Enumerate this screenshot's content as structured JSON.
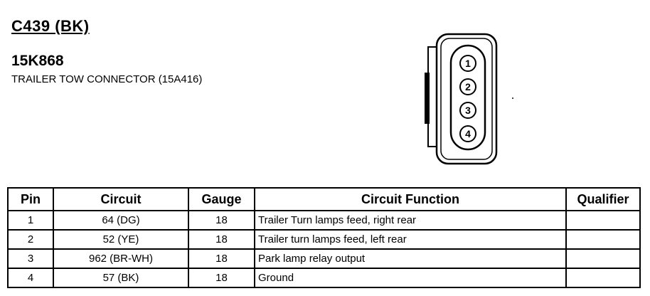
{
  "header": {
    "connector_id": "C439 (BK)",
    "part_number": "15K868",
    "description": "TRAILER TOW CONNECTOR (15A416)"
  },
  "connector": {
    "pins": [
      "1",
      "2",
      "3",
      "4"
    ]
  },
  "table": {
    "columns": [
      "Pin",
      "Circuit",
      "Gauge",
      "Circuit Function",
      "Qualifier"
    ],
    "rows": [
      {
        "pin": "1",
        "circuit": "64 (DG)",
        "gauge": "18",
        "function": "Trailer Turn lamps feed, right rear",
        "qualifier": ""
      },
      {
        "pin": "2",
        "circuit": "52 (YE)",
        "gauge": "18",
        "function": "Trailer turn lamps feed, left rear",
        "qualifier": ""
      },
      {
        "pin": "3",
        "circuit": "962 (BR-WH)",
        "gauge": "18",
        "function": "Park lamp relay output",
        "qualifier": ""
      },
      {
        "pin": "4",
        "circuit": "57 (BK)",
        "gauge": "18",
        "function": "Ground",
        "qualifier": ""
      }
    ]
  }
}
